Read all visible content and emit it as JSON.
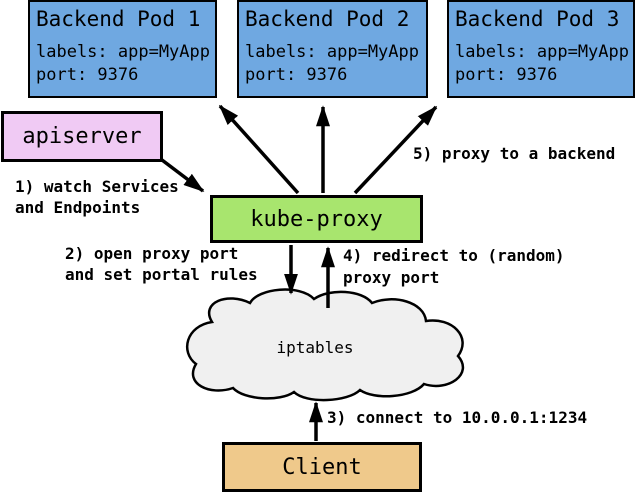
{
  "colors": {
    "pod_fill": "#6FA8E1",
    "apiserver_fill": "#F0CAF4",
    "kube_proxy_fill": "#A8E56E",
    "client_fill": "#EFC98B",
    "cloud_fill": "#F0F0F0",
    "stroke": "#000000"
  },
  "pods": [
    {
      "title": "Backend Pod 1",
      "labels_line": "labels: app=MyApp",
      "port_line": "port: 9376"
    },
    {
      "title": "Backend Pod 2",
      "labels_line": "labels: app=MyApp",
      "port_line": "port: 9376"
    },
    {
      "title": "Backend Pod 3",
      "labels_line": "labels: app=MyApp",
      "port_line": "port: 9376"
    }
  ],
  "nodes": {
    "apiserver": "apiserver",
    "kube_proxy": "kube-proxy",
    "iptables": "iptables",
    "client": "Client"
  },
  "steps": {
    "step1_line1": "1) watch Services",
    "step1_line2": "and Endpoints",
    "step2_line1": "2) open proxy port",
    "step2_line2": "and set portal rules",
    "step3": "3) connect to 10.0.0.1:1234",
    "step4_line1": "4) redirect to (random)",
    "step4_line2": "proxy port",
    "step5": "5) proxy to a backend"
  }
}
